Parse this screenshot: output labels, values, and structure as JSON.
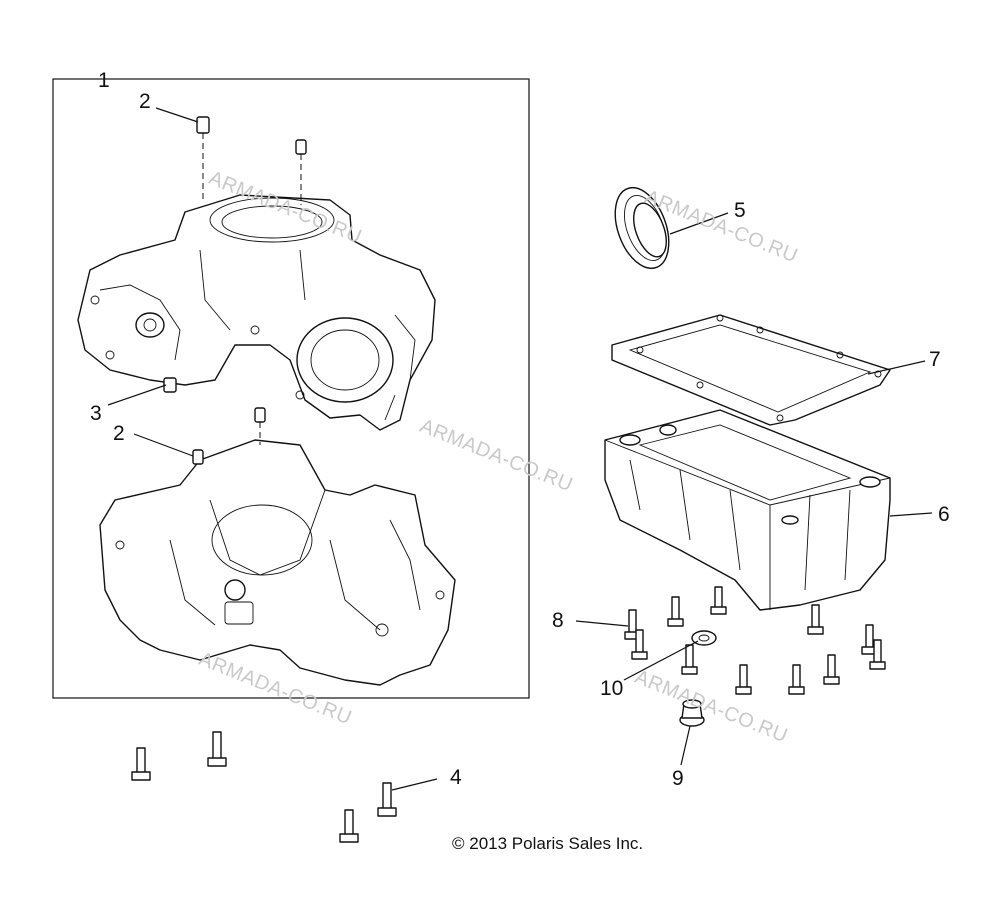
{
  "callouts": [
    "1",
    "2",
    "3",
    "2",
    "4",
    "5",
    "7",
    "6",
    "8",
    "10",
    "9"
  ],
  "watermark_text": "ARMADA-CO.RU",
  "copyright": "© 2013 Polaris Sales Inc."
}
